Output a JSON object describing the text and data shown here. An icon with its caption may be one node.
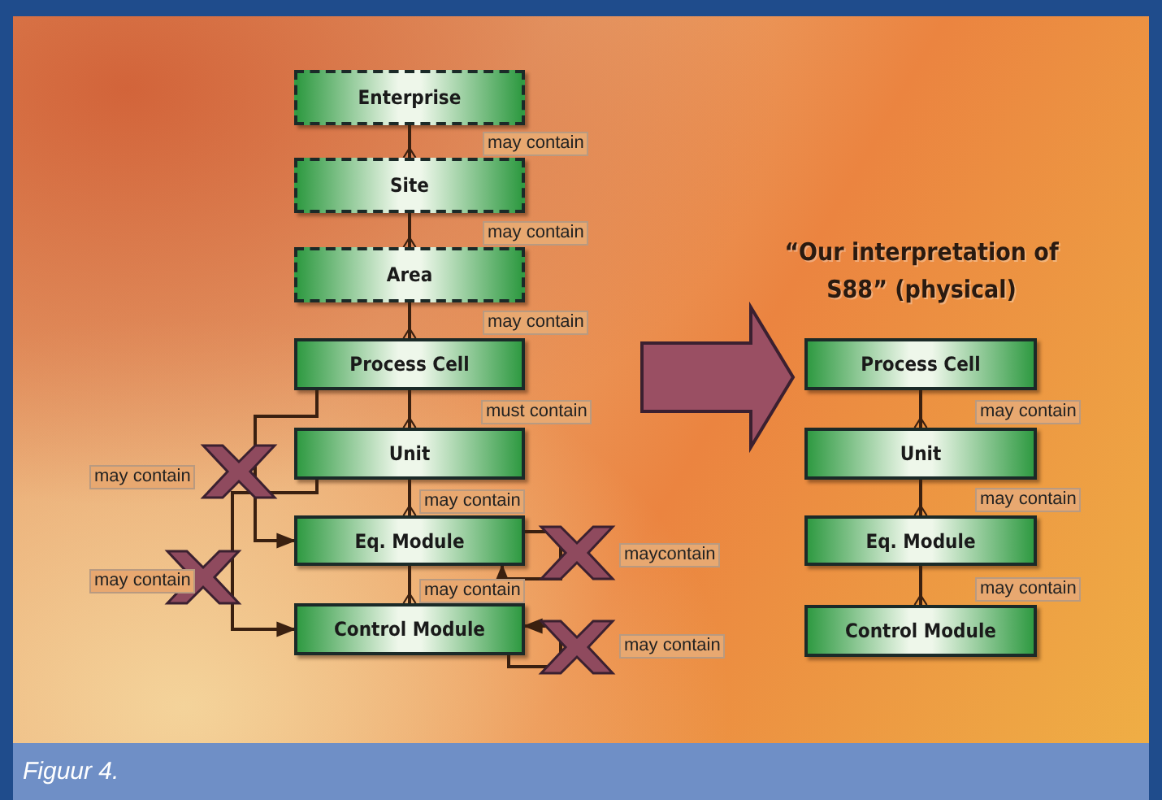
{
  "diagram": {
    "title": "“Our interpretation of S88” (physical)",
    "caption": "Figuur 4.",
    "nodes": [
      {
        "text": [
          "Enterprise"
        ]
      },
      {
        "text": [
          "Site"
        ]
      },
      {
        "text": [
          "Area"
        ]
      },
      {
        "text": [
          "Process Cell"
        ]
      },
      {
        "text": [
          "Unit"
        ]
      },
      {
        "text": [
          "Eq. Module"
        ]
      },
      {
        "text": [
          "Control Module"
        ]
      },
      {
        "text": [
          "Process Cell"
        ]
      },
      {
        "text": [
          "Unit"
        ]
      },
      {
        "text": [
          "Eq. Module"
        ]
      },
      {
        "text": [
          "Control Module"
        ]
      }
    ],
    "edges": [
      {
        "from": 0,
        "to": 1,
        "arrow": "other",
        "label": "may contain"
      },
      {
        "from": 1,
        "to": 2,
        "arrow": "other",
        "label": "may contain"
      },
      {
        "from": 2,
        "to": 3,
        "arrow": "other",
        "label": "may contain"
      },
      {
        "from": 3,
        "to": 4,
        "arrow": "other",
        "label": "must contain"
      },
      {
        "from": 4,
        "to": 5,
        "arrow": "other",
        "label": "may contain"
      },
      {
        "from": 5,
        "to": 6,
        "arrow": "other",
        "label": "may contain"
      },
      {
        "from": 3,
        "to": 5,
        "arrow": "to",
        "label": "may contain"
      },
      {
        "from": 4,
        "to": 6,
        "arrow": "to",
        "label": "may contain"
      },
      {
        "from": 5,
        "to": 5,
        "arrow": "to",
        "label": "maycontain"
      },
      {
        "from": 6,
        "to": 6,
        "arrow": "to",
        "label": "may contain"
      },
      {
        "from": 3,
        "to": 7,
        "arrow": "to",
        "style": "thick",
        "color": "#9a4f63"
      },
      {
        "from": 7,
        "to": 8,
        "arrow": "other",
        "label": "may contain"
      },
      {
        "from": 8,
        "to": 9,
        "arrow": "other",
        "label": "may contain"
      },
      {
        "from": 9,
        "to": 10,
        "arrow": "other",
        "label": "may contain"
      }
    ]
  }
}
